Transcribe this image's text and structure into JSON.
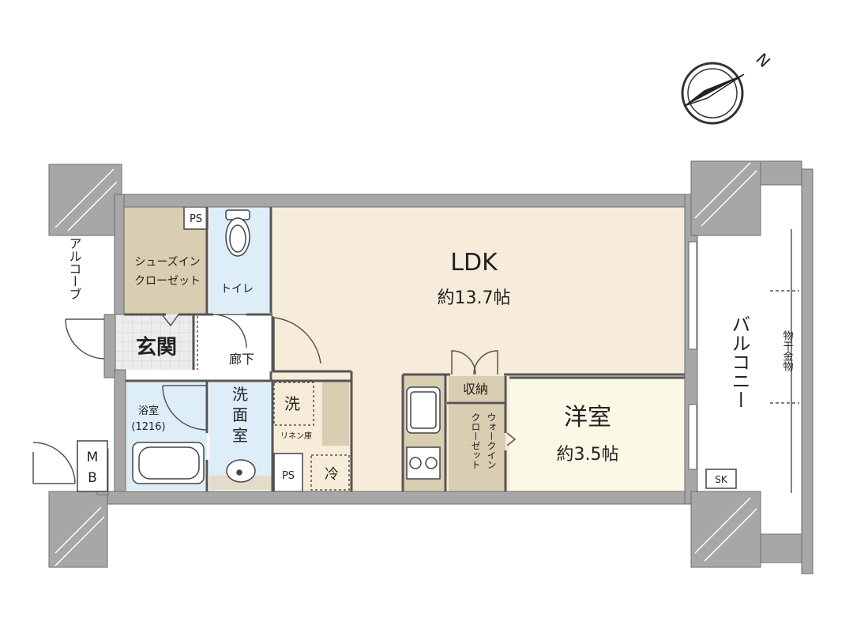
{
  "rooms": {
    "ldk": {
      "name": "LDK",
      "area": "約13.7帖",
      "fill": "#f7ecd9"
    },
    "western": {
      "name": "洋室",
      "area": "約3.5帖",
      "fill": "#fbf8e6"
    },
    "shoes_closet": {
      "line1": "シューズイン",
      "line2": "クローゼット",
      "fill": "#d9cdb2"
    },
    "toilet": {
      "name": "トイレ",
      "fill": "#ddeef8"
    },
    "entrance": {
      "name": "玄関",
      "fill": "#e8e8e8"
    },
    "corridor": {
      "name": "廊下",
      "fill": "#ffffff"
    },
    "bath": {
      "name": "浴室",
      "size": "(1216)",
      "fill": "#ddeef8"
    },
    "washroom": {
      "line1": "洗",
      "line2": "面",
      "line3": "室",
      "fill": "#ddeef8"
    },
    "washer": {
      "name": "洗"
    },
    "linen": {
      "name": "リネン庫"
    },
    "ps_top": {
      "name": "PS"
    },
    "ps_bottom": {
      "name": "PS"
    },
    "fridge": {
      "name": "冷"
    },
    "storage": {
      "name": "収納",
      "fill": "#d9cdb2"
    },
    "walkin": {
      "line1": "ウォークイン",
      "line2": "クローゼット",
      "fill": "#d9cdb2"
    },
    "mb": {
      "line1": "M",
      "line2": "B"
    },
    "sk": {
      "name": "SK"
    }
  },
  "exterior": {
    "alcove": "アルコーブ",
    "balcony": "バルコニー",
    "laundry_hardware": "物干金物"
  },
  "compass": {
    "label": "N"
  },
  "colors": {
    "wall": "#a7a7a7",
    "wall_line": "#6e6e6e",
    "closet": "#d9cdb2"
  }
}
